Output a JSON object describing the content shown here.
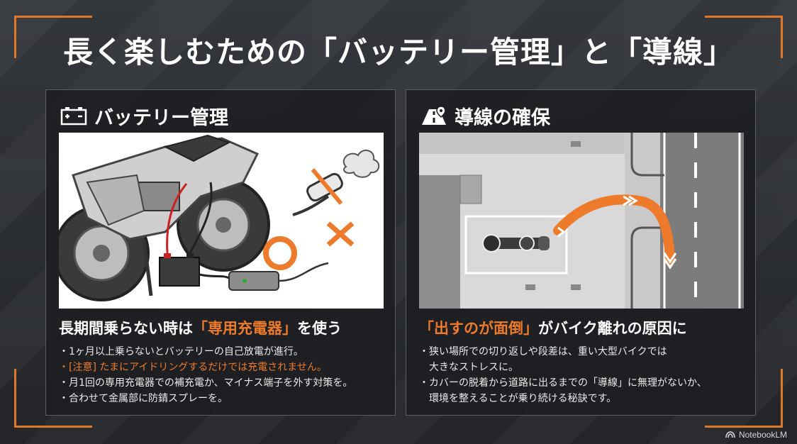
{
  "title": "長く楽しむための「バッテリー管理」と「導線」",
  "panels": {
    "battery": {
      "icon": "battery-icon",
      "title": "バッテリー管理",
      "subhead_pre": "長期間乗らない時は",
      "subhead_accent": "「専用充電器」",
      "subhead_post": "を使う",
      "bullets": [
        "・1ヶ月以上乗らないとバッテリーの自己放電が進行。",
        "・[注意] たまにアイドリングするだけでは充電されません。",
        "・月1回の専用充電器での補充電か、マイナス端子を外す対策を。",
        "・合わせて金属部に防錆スプレーを。"
      ]
    },
    "route": {
      "icon": "road-pin-icon",
      "title": "導線の確保",
      "subhead_accent": "「出すのが面倒」",
      "subhead_post": "がバイク離れの原因に",
      "bullets": [
        "・狭い場所での切り返しや段差は、重い大型バイクでは",
        "大きなストレスに。",
        "・カバーの脱着から道路に出るまでの「導線」に無理がないか、",
        "環境を整えることが乗り続ける秘訣です。"
      ]
    }
  },
  "brand": "NotebookLM",
  "colors": {
    "accent": "#ee7a2b",
    "frame": "#e0782a"
  }
}
